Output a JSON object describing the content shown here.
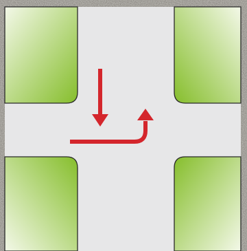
{
  "colors": {
    "road": "#e7e7e8",
    "arrow": "#d4262c",
    "grass_light": "#f3f8e8",
    "grass_dark": "#86be2c",
    "outline": "#2a2a2a",
    "border_texture": "#8d8a84"
  },
  "diagram": {
    "type": "intersection",
    "blocks": [
      "top-left",
      "top-right",
      "bottom-left",
      "bottom-right"
    ],
    "arrows": [
      {
        "name": "southbound-straight-arrow",
        "direction": "down"
      },
      {
        "name": "eastbound-left-turn-arrow",
        "direction": "east-then-north"
      }
    ]
  }
}
